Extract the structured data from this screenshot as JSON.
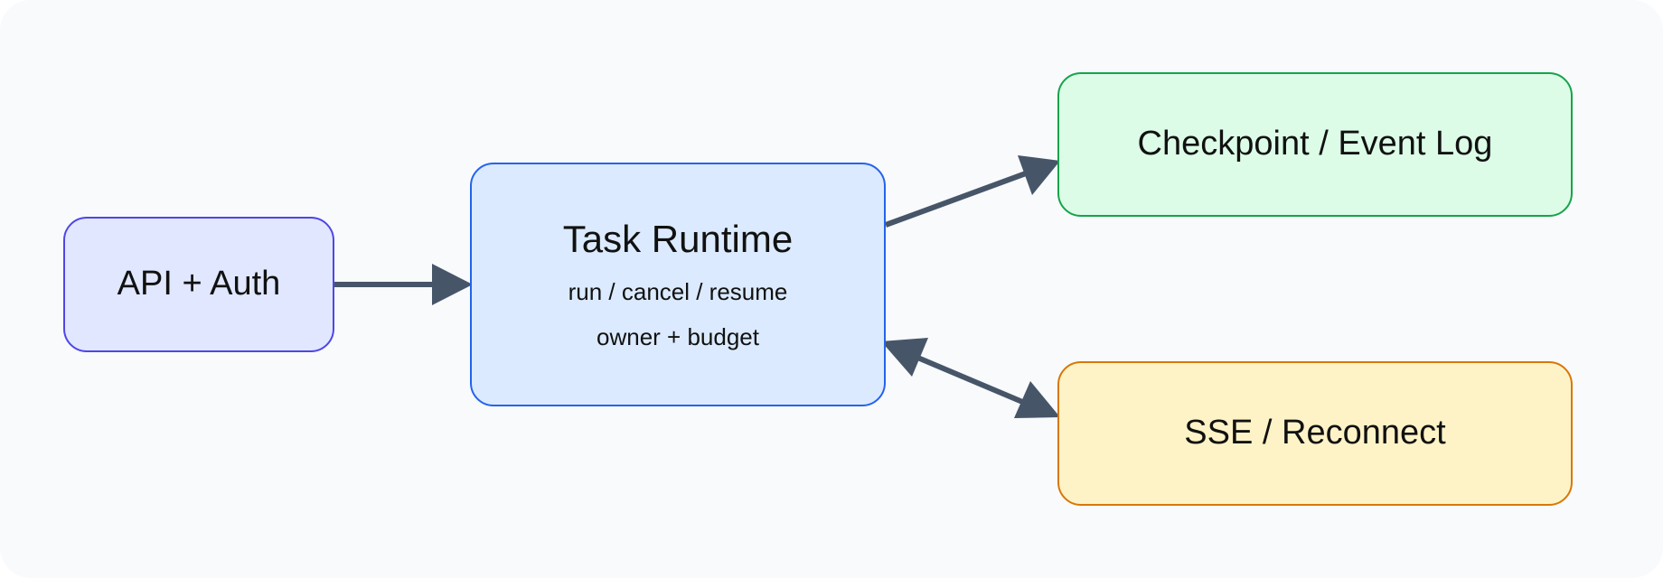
{
  "nodes": {
    "api": {
      "label": "API + Auth"
    },
    "runtime": {
      "title": "Task Runtime",
      "line1": "run / cancel / resume",
      "line2": "owner + budget"
    },
    "checkpoint": {
      "label": "Checkpoint / Event Log"
    },
    "sse": {
      "label": "SSE / Reconnect"
    }
  },
  "edges": [
    {
      "from": "API + Auth",
      "to": "Task Runtime",
      "direction": "forward"
    },
    {
      "from": "Task Runtime",
      "to": "Checkpoint / Event Log",
      "direction": "forward"
    },
    {
      "from": "Task Runtime",
      "to": "SSE / Reconnect",
      "direction": "bidirectional"
    }
  ],
  "colors": {
    "canvas_bg": "#f8fafc",
    "edge": "#475569",
    "api_fill": "#e0e7ff",
    "api_border": "#4f46e5",
    "runtime_fill": "#dbeafe",
    "runtime_border": "#2563eb",
    "checkpoint_fill": "#dcfce7",
    "checkpoint_border": "#16a34a",
    "sse_fill": "#fef3c7",
    "sse_border": "#d97706"
  }
}
